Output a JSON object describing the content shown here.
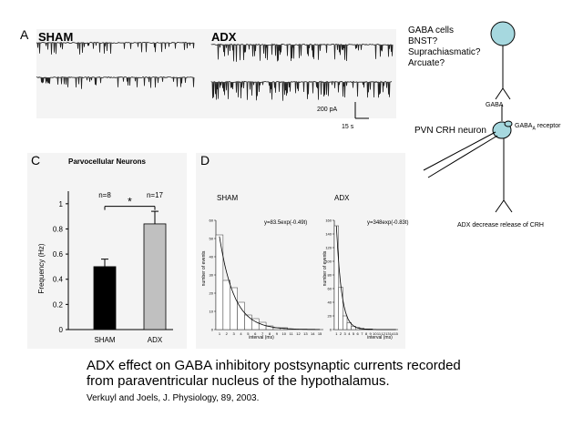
{
  "panel_a": {
    "letter": "A",
    "sham_label": "SHAM",
    "adx_label": "ADX",
    "scale_current": "200 pA",
    "scale_time": "15 s"
  },
  "diagram": {
    "gaba_cells_lines": [
      "GABA cells",
      "BNST?",
      "Suprachiasmatic?",
      "Arcuate?"
    ],
    "gaba_label": "GABA",
    "pvn_label": "PVN CRH neuron",
    "gaba_receptor_label": "GABA",
    "gaba_receptor_sub": "A",
    "gaba_receptor_suffix": " receptor",
    "adx_note": "ADX decrease release of CRH"
  },
  "panel_c": {
    "letter": "C",
    "title": "Parvocellular Neurons",
    "ylabel": "Frequency (Hz)",
    "sig_mark": "*"
  },
  "panel_d": {
    "letter": "D",
    "sham": {
      "title": "SHAM",
      "equation": "y=83.5exp(-0.49t)",
      "ylabel": "number of events",
      "xlabel": "interval (ms)"
    },
    "adx": {
      "title": "ADX",
      "equation": "y=348exp(-0.83t)",
      "ylabel": "number of events",
      "xlabel": "interval (ms)"
    }
  },
  "caption": {
    "line1": "ADX effect on GABA inhibitory postsynaptic currents recorded",
    "line2": "from paraventricular nucleus of the hypothalamus.",
    "reference": "Verkuyl and Joels, J. Physiology, 89, 2003."
  },
  "chart_data": [
    {
      "type": "bar",
      "title": "Parvocellular Neurons",
      "ylabel": "Frequency (Hz)",
      "categories": [
        "SHAM",
        "ADX"
      ],
      "values": [
        0.5,
        0.84
      ],
      "errors": [
        0.06,
        0.1
      ],
      "n_labels": [
        "n=8",
        "n=17"
      ],
      "bar_colors": [
        "#000000",
        "#c0c0c0"
      ],
      "ylim": [
        0,
        1.1
      ],
      "yticks": [
        "0",
        "0.2",
        "0.4",
        "0.6",
        "0.8",
        "1"
      ],
      "significance": "*"
    },
    {
      "type": "bar",
      "title": "SHAM",
      "xlabel": "interval (ms)",
      "ylabel": "number of events",
      "categories": [
        "1",
        "2",
        "3",
        "4",
        "5",
        "6",
        "7",
        "8",
        "9",
        "10",
        "11",
        "12",
        "13",
        "14",
        "15"
      ],
      "values": [
        52,
        27,
        23,
        15,
        8,
        6,
        4,
        2,
        1,
        1,
        0,
        0,
        0,
        0,
        0
      ],
      "fit": "y=83.5exp(-0.49t)",
      "ylim": [
        0,
        60
      ],
      "yticks": [
        "0",
        "10",
        "20",
        "30",
        "40",
        "50",
        "60"
      ]
    },
    {
      "type": "bar",
      "title": "ADX",
      "xlabel": "interval (ms)",
      "ylabel": "number of events",
      "categories": [
        "1",
        "2",
        "3",
        "4",
        "5",
        "6",
        "7",
        "8",
        "9",
        "10",
        "11",
        "12",
        "13",
        "14",
        "15"
      ],
      "values": [
        152,
        62,
        20,
        10,
        5,
        3,
        2,
        1,
        1,
        0,
        0,
        0,
        0,
        0,
        0
      ],
      "fit": "y=348exp(-0.83t)",
      "ylim": [
        0,
        160
      ],
      "yticks": [
        "0",
        "20",
        "40",
        "60",
        "80",
        "100",
        "120",
        "140",
        "160"
      ]
    }
  ]
}
